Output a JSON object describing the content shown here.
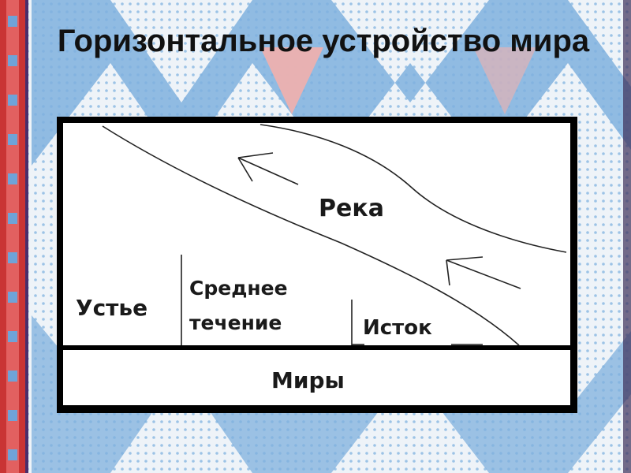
{
  "slide": {
    "title": "Горизонтальное устройство мира"
  },
  "diagram": {
    "labels": {
      "river": "Река",
      "mouth": "Устье",
      "middle_line1": "Среднее",
      "middle_line2": "течение",
      "source": "Исток",
      "worlds": "Миры"
    }
  },
  "colors": {
    "ornament_red": "#d83a3a",
    "ornament_blue": "#69a4d9",
    "ornament_pink": "#f3b3b0",
    "border_bar_purple": "#5a2a7a"
  }
}
